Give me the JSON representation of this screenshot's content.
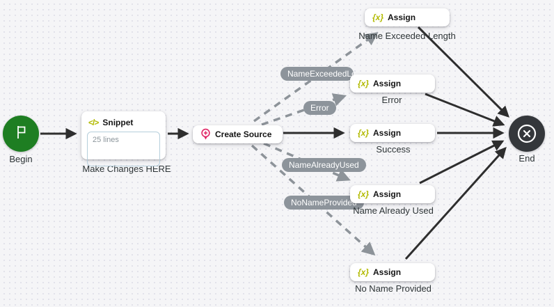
{
  "colors": {
    "canvas_bg": "#f5f5f7",
    "canvas_dot": "#e2e2ea",
    "begin_green": "#1e7e22",
    "end_dark": "#34373b",
    "accent_yellow": "#b2ba00",
    "accent_pink": "#e02565",
    "edge_solid": "#2e2e2e",
    "edge_dashed": "#8d9399",
    "pill_bg": "#8d949b"
  },
  "icons": {
    "snippet": "</>",
    "assign": "{x}",
    "begin": "flag-icon",
    "end": "circled-x-icon",
    "create_source": "pin-plus-icon"
  },
  "nodes": {
    "begin": {
      "label": "Begin"
    },
    "snippet": {
      "title": "Snippet",
      "body": "25 lines",
      "label": "Make Changes HERE"
    },
    "create_source": {
      "title": "Create Source"
    },
    "assign_exceeded": {
      "title": "Assign",
      "label": "Name Exceeded Length"
    },
    "assign_error": {
      "title": "Assign",
      "label": "Error"
    },
    "assign_success": {
      "title": "Assign",
      "label": "Success"
    },
    "assign_already_used": {
      "title": "Assign",
      "label": "Name Already Used"
    },
    "assign_no_name": {
      "title": "Assign",
      "label": "No Name Provided"
    },
    "end": {
      "label": "End"
    }
  },
  "edge_labels": {
    "name_exceeded": "NameExceededLength",
    "error": "Error",
    "name_already_used": "NameAlreadyUsed",
    "no_name_provided": "NoNameProvided"
  }
}
